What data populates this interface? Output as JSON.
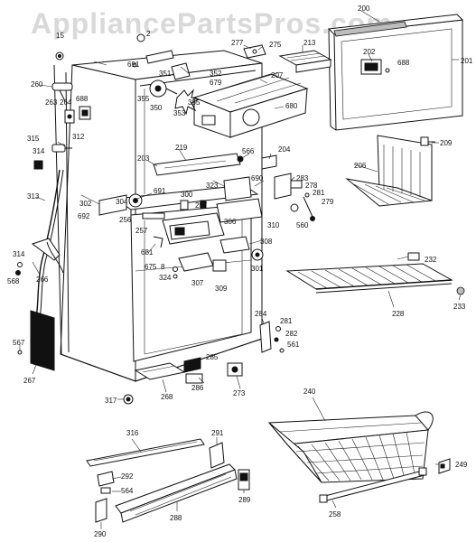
{
  "watermark": "AppliancePartsPros.com",
  "labels": {
    "l200": "200",
    "l201": "201",
    "l202": "202",
    "l688b": "688",
    "l209": "209",
    "l213": "213",
    "l275": "275",
    "l277": "277",
    "l2": "2",
    "l15": "15",
    "l691a": "691",
    "l351": "351",
    "l352": "352",
    "l679": "679",
    "l355a": "355",
    "l355b": "355",
    "l350": "350",
    "l353": "353",
    "l207": "207",
    "l680": "680",
    "l260": "260",
    "l688a": "688",
    "l263": "263",
    "l264": "264",
    "l315": "315",
    "l312": "312",
    "l314a": "314",
    "l313": "313",
    "l219": "219",
    "l203": "203",
    "l566": "566",
    "l204": "204",
    "l206": "206",
    "l691b": "691",
    "l690": "690",
    "l323": "323",
    "l283": "283",
    "l278": "278",
    "l281a": "281",
    "l279": "279",
    "l302": "302",
    "l304": "304",
    "l300": "300",
    "l257a": "257",
    "l692": "692",
    "l256": "256",
    "l257b": "257",
    "l306": "306",
    "l310": "310",
    "l560": "560",
    "l681": "681",
    "l308": "308",
    "l232": "232",
    "l301": "301",
    "l675": "675",
    "l8": "8",
    "l324": "324",
    "l307": "307",
    "l309": "309",
    "l314b": "314",
    "l266": "266",
    "l568": "568",
    "l228": "228",
    "l233": "233",
    "l284": "284",
    "l281b": "281",
    "l282": "282",
    "l561": "561",
    "l567": "567",
    "l267": "267",
    "l285": "285",
    "l286": "286",
    "l273": "273",
    "l268": "268",
    "l317": "317",
    "l240": "240",
    "l316": "316",
    "l291": "291",
    "l249": "249",
    "l292": "292",
    "l564": "564",
    "l289": "289",
    "l258": "258",
    "l288": "288",
    "l290": "290"
  }
}
